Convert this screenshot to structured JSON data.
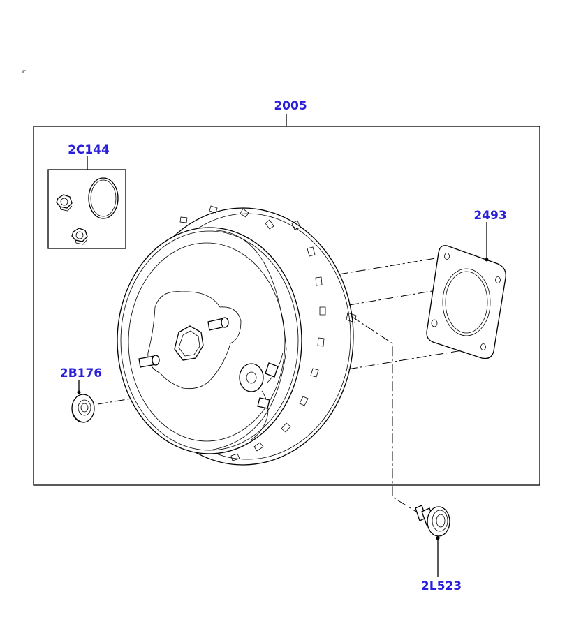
{
  "diagram": {
    "accent_color": "#2a1fd8",
    "line_color": "#000000",
    "callouts": {
      "assembly": "2005",
      "nut_kit": "2C144",
      "gasket": "2493",
      "grommet": "2B176",
      "valve": "2L523"
    }
  }
}
